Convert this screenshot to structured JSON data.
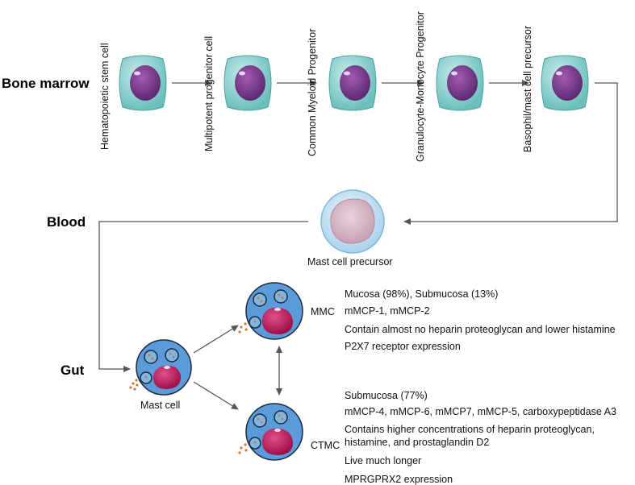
{
  "sections": {
    "bone_marrow": "Bone marrow",
    "blood": "Blood",
    "gut": "Gut"
  },
  "stages": [
    "Hematopoietic stem cell",
    "Multipotent progenitor cell",
    "Common Myeloid Progenitor",
    "Granulocyte-Monocyte Progenitor",
    "Basophil/mast cell precursor"
  ],
  "blood_cell_label": "Mast cell precursor",
  "gut": {
    "mast_cell_label": "Mast cell",
    "mmc_label": "MMC",
    "ctmc_label": "CTMC"
  },
  "mmc_info": [
    "Mucosa (98%),  Submucosa (13%)",
    "mMCP-1, mMCP-2",
    "Contain almost no heparin proteoglycan and lower histamine",
    "P2X7 receptor expression"
  ],
  "ctmc_info": [
    "Submucosa (77%)",
    "mMCP-4, mMCP-6, mMCP7, mMCP-5, carboxypeptidase A3",
    "Contains higher concentrations of heparin proteoglycan,",
    "histamine, and prostaglandin D2",
    "Live much longer",
    "MPRGPRX2 expression"
  ],
  "colors": {
    "cytoplasm": "#7fcbc9",
    "nucleus": "#7b3c8c",
    "mast_cell_body": "#5b9bd9",
    "mast_nucleus": "#c2185b",
    "granule": "#d07a3a",
    "precursor": "#b5d8ee",
    "precursor_nucleus": "#d8b8c8",
    "arrow": "#555555"
  }
}
